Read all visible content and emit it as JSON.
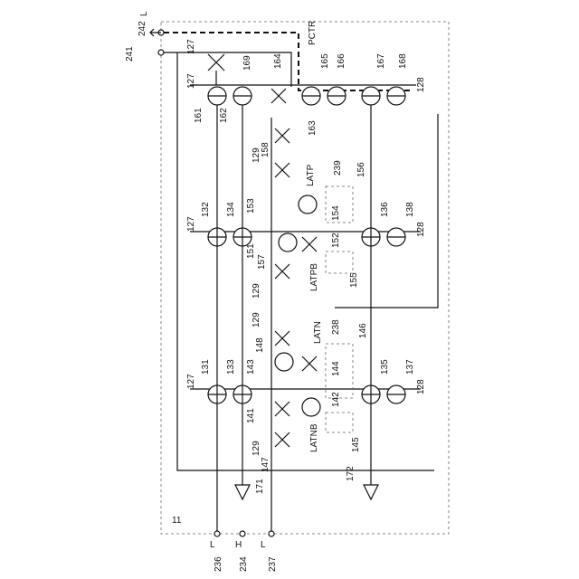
{
  "figure": {
    "block_label": "11",
    "top_terminals": {
      "left": "241",
      "right": "242",
      "level": "L"
    },
    "signals": [
      "PCTR",
      "LATP",
      "LATPB",
      "LATN",
      "LATNB"
    ],
    "bottom_terminals": [
      {
        "id": "236",
        "level": "L"
      },
      {
        "id": "234",
        "level": "H"
      },
      {
        "id": "237",
        "level": "L"
      }
    ],
    "ref_labels": {
      "r127": "127",
      "r128": "128",
      "r129": "129",
      "r131": "131",
      "r132": "132",
      "r133": "133",
      "r134": "134",
      "r135": "135",
      "r136": "136",
      "r137": "137",
      "r138": "138",
      "r141": "141",
      "r142": "142",
      "r143": "143",
      "r144": "144",
      "r145": "145",
      "r146": "146",
      "r147": "147",
      "r148": "148",
      "r151": "151",
      "r152": "152",
      "r153": "153",
      "r154": "154",
      "r155": "155",
      "r156": "156",
      "r157": "157",
      "r158": "158",
      "r161": "161",
      "r162": "162",
      "r163": "163",
      "r164": "164",
      "r165": "165",
      "r166": "166",
      "r167": "167",
      "r168": "168",
      "r169": "169",
      "r171": "171",
      "r172": "172",
      "r238": "238",
      "r239": "239"
    }
  }
}
